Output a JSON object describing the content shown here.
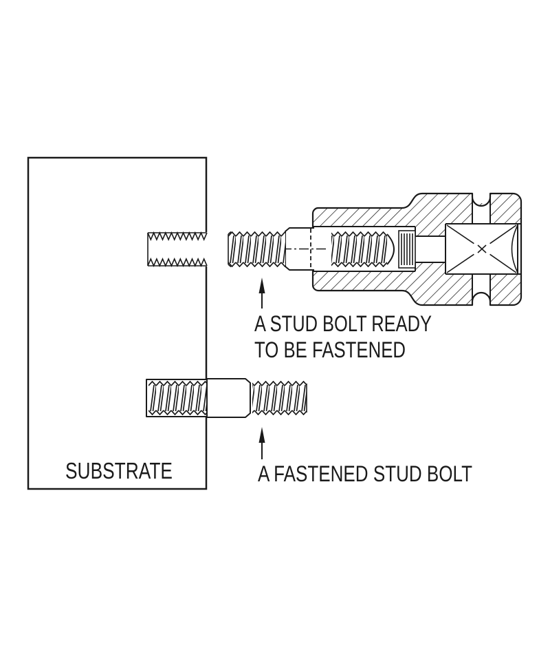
{
  "diagram": {
    "substrate_label": "SUBSTRATE",
    "ready_label_line1": "A STUD BOLT READY",
    "ready_label_line2": "TO BE FASTENED",
    "fastened_label": "A FASTENED STUD BOLT"
  },
  "colors": {
    "line": "#1a1a1a",
    "background": "#ffffff",
    "stipple_dot": "#3a3a3a",
    "hatch": "#1a1a1a"
  }
}
